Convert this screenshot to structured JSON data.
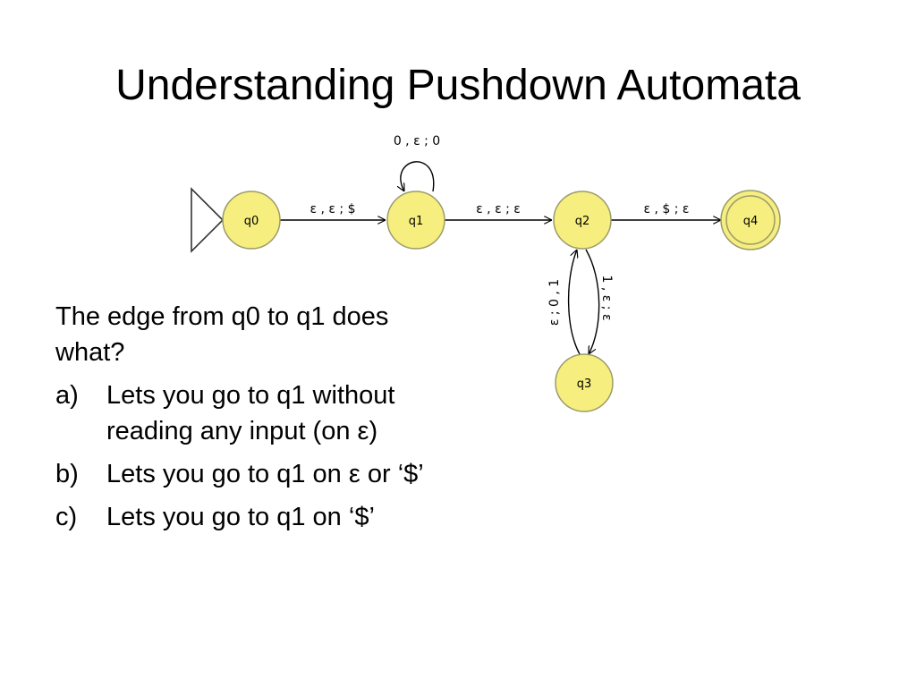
{
  "slide": {
    "title": "Understanding Pushdown Automata",
    "question": "The edge from q0 to q1 does what?",
    "options": [
      {
        "marker": "a)",
        "text": "Lets you go to q1 without reading any input (on ε)"
      },
      {
        "marker": "b)",
        "text": "Lets you go to q1 on ε or ‘$’"
      },
      {
        "marker": "c)",
        "text": "Lets you go to q1 on ‘$’"
      }
    ]
  },
  "diagram": {
    "states": [
      {
        "id": "q0",
        "label": "q0",
        "start": true,
        "accept": false
      },
      {
        "id": "q1",
        "label": "q1",
        "start": false,
        "accept": false
      },
      {
        "id": "q2",
        "label": "q2",
        "start": false,
        "accept": false
      },
      {
        "id": "q3",
        "label": "q3",
        "start": false,
        "accept": false
      },
      {
        "id": "q4",
        "label": "q4",
        "start": false,
        "accept": true
      }
    ],
    "transitions": [
      {
        "from": "q0",
        "to": "q1",
        "label": "ε , ε ; $"
      },
      {
        "from": "q1",
        "to": "q1",
        "label": "0 , ε ; 0"
      },
      {
        "from": "q1",
        "to": "q2",
        "label": "ε , ε ; ε"
      },
      {
        "from": "q2",
        "to": "q4",
        "label": "ε , $ ; ε"
      },
      {
        "from": "q2",
        "to": "q3",
        "label": "1 , ε ; ε"
      },
      {
        "from": "q3",
        "to": "q2",
        "label": "ε ; 0 , 1"
      }
    ],
    "colors": {
      "state_fill": "#f6ee7e",
      "state_stroke": "#9b9b6a",
      "edge": "#000000"
    }
  }
}
